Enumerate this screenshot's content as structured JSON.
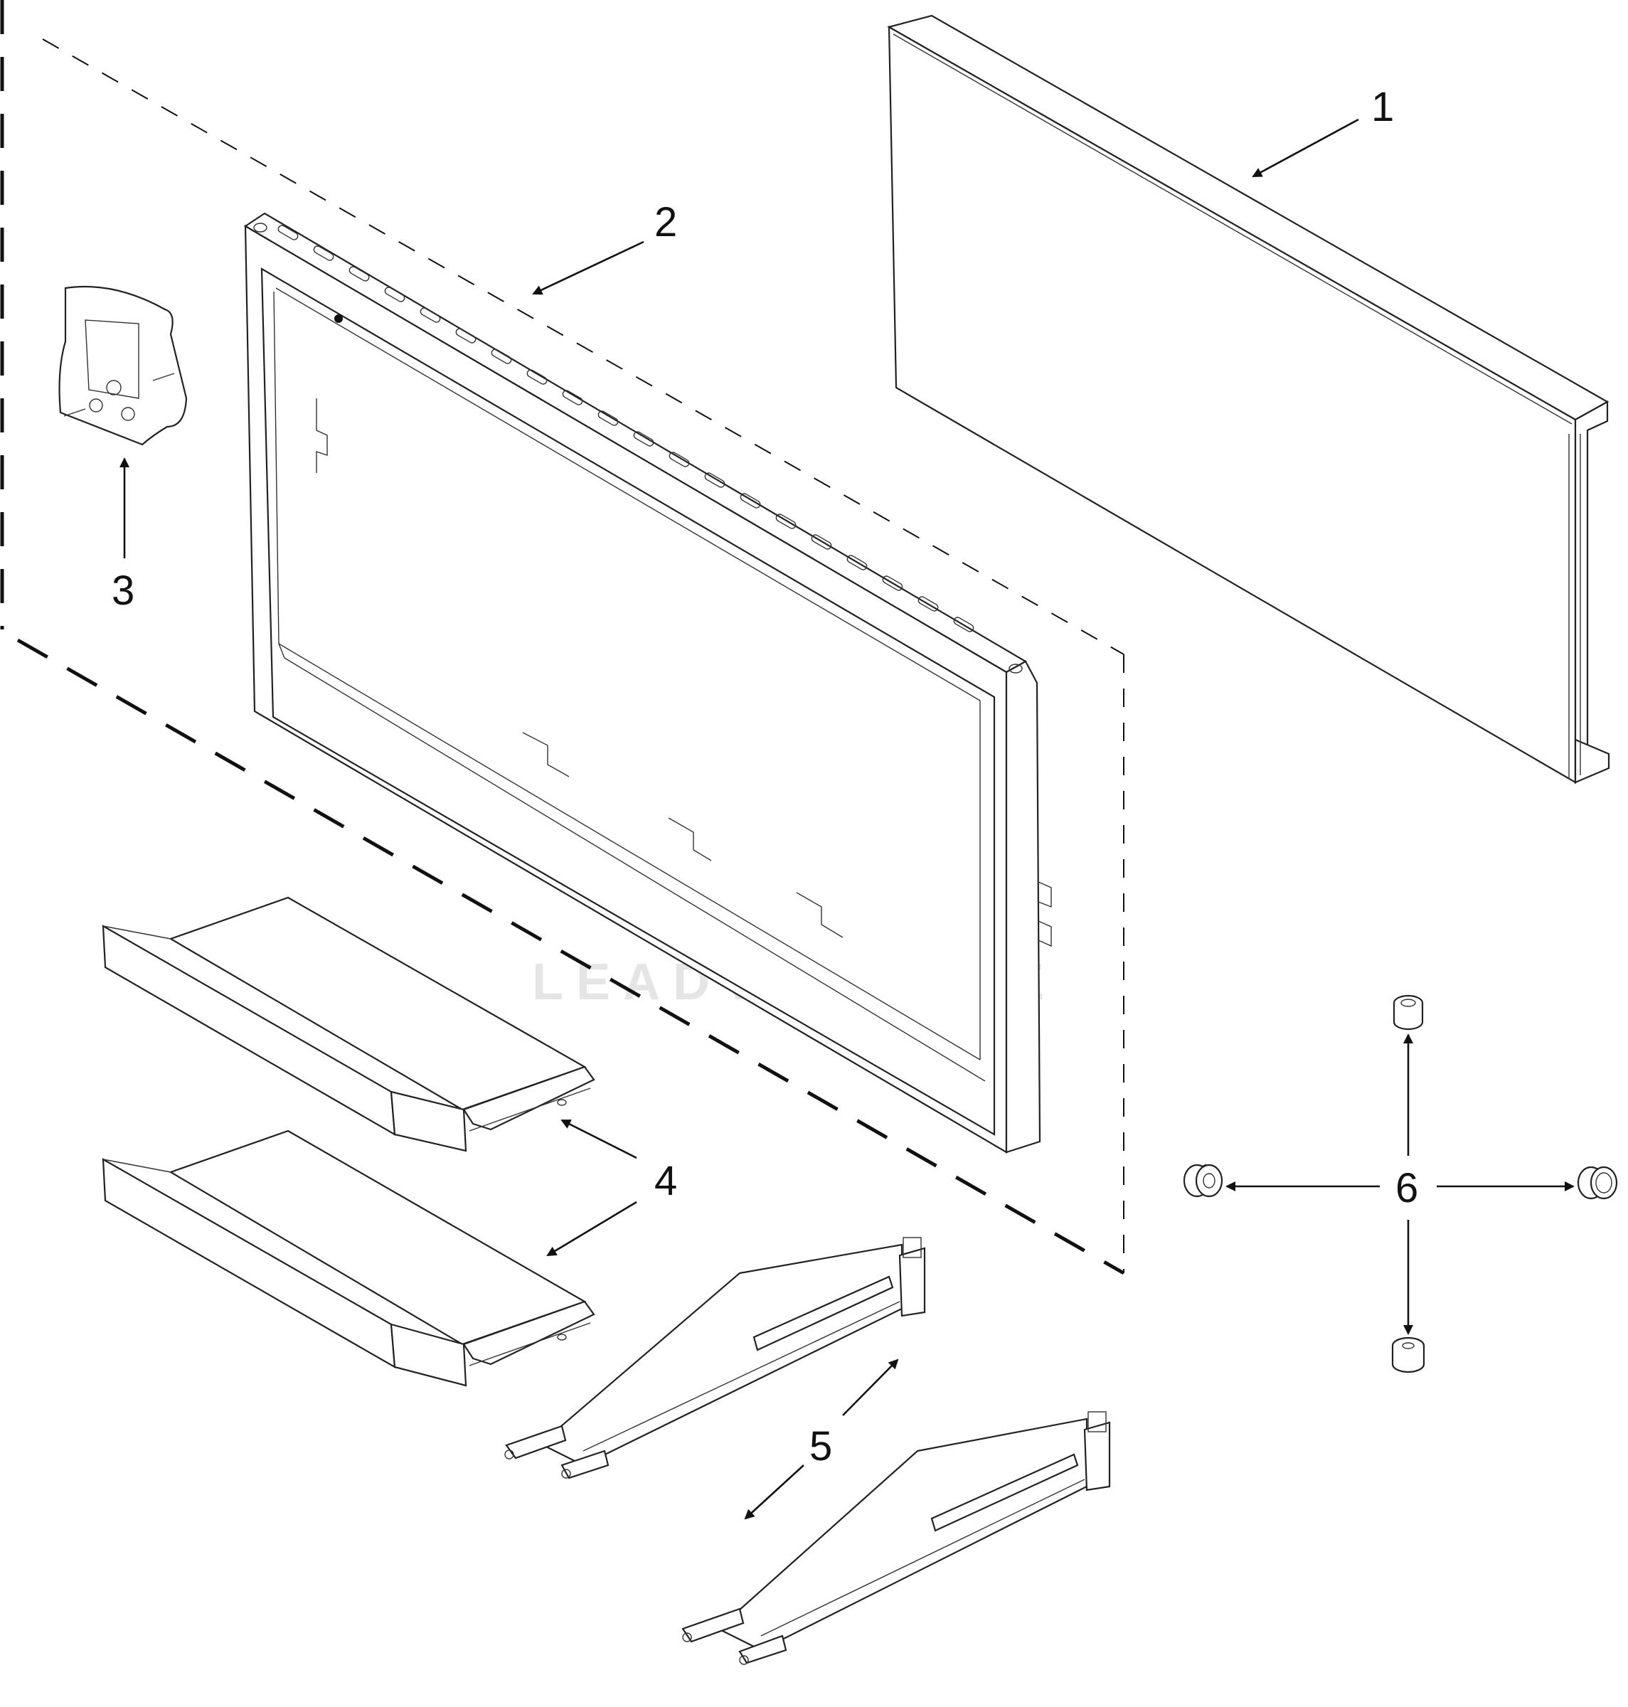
{
  "callouts": [
    {
      "id": "1",
      "label": "1"
    },
    {
      "id": "2",
      "label": "2"
    },
    {
      "id": "3",
      "label": "3"
    },
    {
      "id": "4",
      "label": "4"
    },
    {
      "id": "5",
      "label": "5"
    },
    {
      "id": "6",
      "label": "6"
    }
  ],
  "watermark": {
    "text": "LEADVENTURE"
  },
  "colors": {
    "line": "#222222",
    "watermark": "#e3e3e3",
    "background": "#ffffff"
  }
}
